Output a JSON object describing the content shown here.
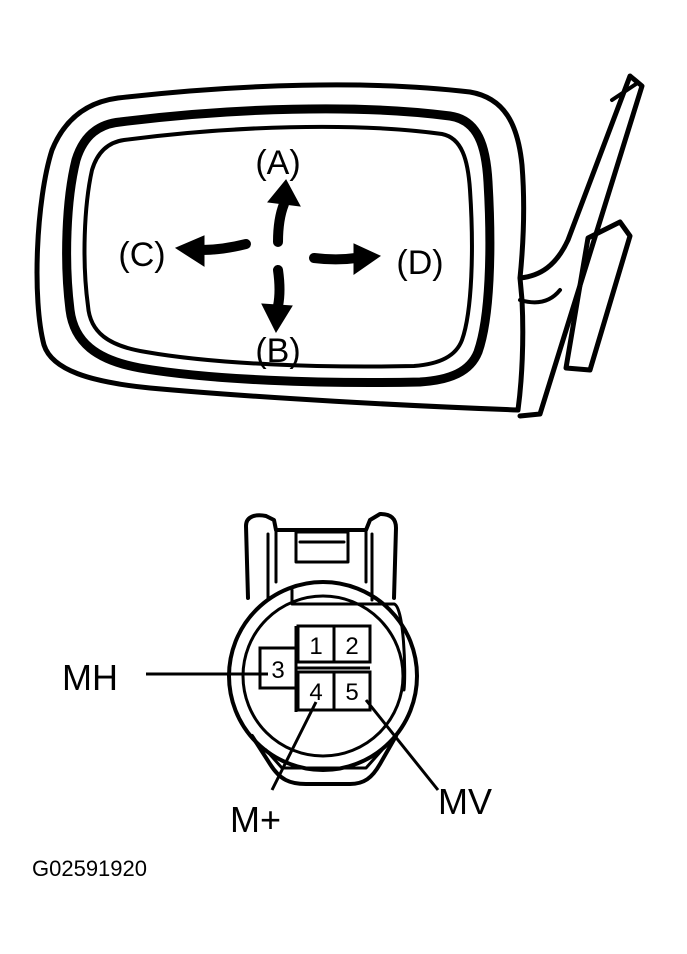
{
  "directions": {
    "up": "(A)",
    "down": "(B)",
    "left": "(C)",
    "right": "(D)"
  },
  "connector": {
    "pins": [
      "1",
      "2",
      "3",
      "4",
      "5"
    ]
  },
  "signals": {
    "mh": "MH",
    "m_plus": "M+",
    "mv": "MV"
  },
  "figure_code": "G02591920",
  "colors": {
    "ink": "#000000",
    "paper": "#ffffff"
  }
}
